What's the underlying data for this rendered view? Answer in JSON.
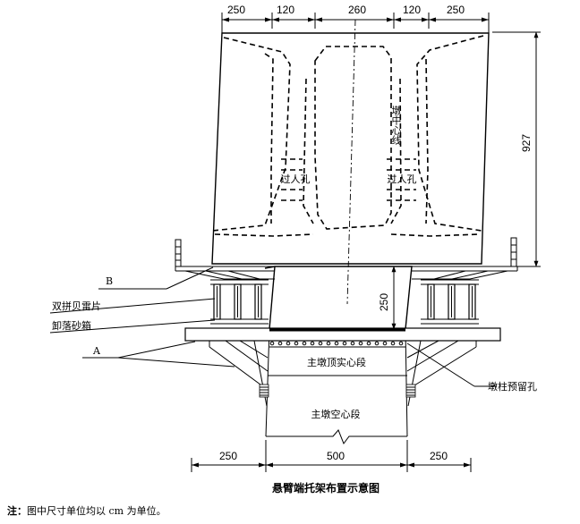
{
  "dimensions": {
    "top": [
      "250",
      "120",
      "260",
      "120",
      "250"
    ],
    "right": "927",
    "mid": "250",
    "bottom": [
      "250",
      "500",
      "250"
    ]
  },
  "labels": {
    "pier_centerline": "墩中心线",
    "manhole_left": "过人孔",
    "manhole_right": "过人孔",
    "B": "B",
    "A": "A",
    "bailey": "双拼贝雷片",
    "sandbox": "卸落砂箱",
    "solid_section": "主墩顶实心段",
    "hollow_section": "主墩空心段",
    "reserved_hole": "墩柱预留孔"
  },
  "caption": "悬臂端托架布置示意图",
  "note": {
    "prefix": "注：",
    "text": "图中尺寸单位均以 cm 为单位。"
  }
}
